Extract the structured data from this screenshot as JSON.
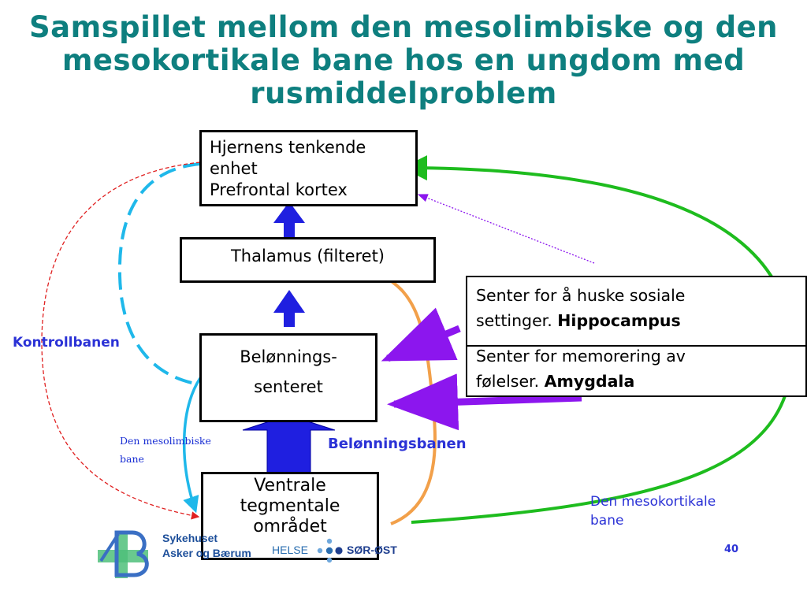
{
  "title": {
    "line1": "Samspillet mellom den mesolimbiske og den",
    "line2": "mesokortikale bane hos en ungdom med",
    "line3": "rusmiddelproblem"
  },
  "boxes": {
    "cortex": {
      "line1": "Hjernens tenkende",
      "line2": "enhet",
      "line3": "Prefrontal kortex"
    },
    "thalamus": {
      "text": "Thalamus (filteret)"
    },
    "reward": {
      "line1": "Belønnings-",
      "line2": "senteret"
    },
    "vta": {
      "line1": "Ventrale",
      "line2": "tegmentale",
      "line3": "området"
    },
    "hippocampus": {
      "line1": "Senter for å huske sosiale",
      "line2_text": "settinger. ",
      "line2_bold": "Hippocampus"
    },
    "amygdala": {
      "line1": "Senter for memorering av",
      "line2_text": "følelser. ",
      "line2_bold": "Amygdala"
    }
  },
  "labels": {
    "kontrollbanen": "Kontrollbanen",
    "mesolimbic_line1": "Den mesolimbiske",
    "mesolimbic_line2": "bane",
    "belonningsbanen": "Belønningsbanen",
    "mesokortikal_line1": "Den mesokortikale",
    "mesokortikal_line2": "bane"
  },
  "footer": {
    "sykehuset_line1": "Sykehuset",
    "sykehuset_line2": "Asker og Bærum",
    "helse": "HELSE",
    "sor_ost": "SØR-ØST",
    "page_number": "40"
  },
  "colors": {
    "title": "#0e7f7f",
    "label_blue": "#2b32d6",
    "arrow_blue": "#1f1fe0",
    "dashed_cyan": "#1fb8ea",
    "green": "#1ebc1e",
    "orange": "#f2a04a",
    "purple": "#8c16ee",
    "red_dashed": "#e02020"
  }
}
